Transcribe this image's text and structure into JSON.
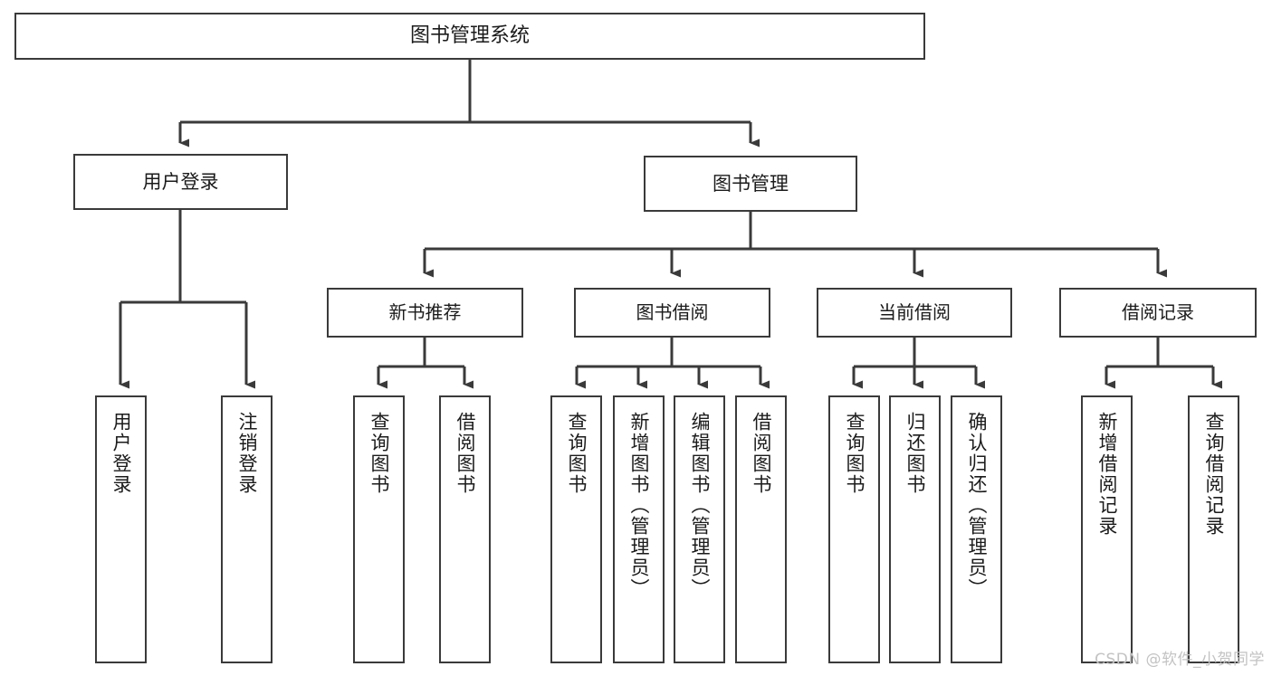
{
  "diagram": {
    "title": "图书管理系统",
    "watermark": "CSDN @软件_小贺同学",
    "colors": {
      "box_border": "#3a3a3a",
      "box_fill": "#ffffff",
      "connector": "#3a3a3a",
      "text": "#1b1b1b",
      "watermark": "#c3c3c3",
      "background": "#ffffff"
    },
    "nodes": {
      "root": {
        "label": "图书管理系统"
      },
      "user_login": {
        "label": "用户登录"
      },
      "book_manage": {
        "label": "图书管理"
      },
      "new_book_recommend": {
        "label": "新书推荐"
      },
      "book_borrow": {
        "label": "图书借阅"
      },
      "current_borrow": {
        "label": "当前借阅"
      },
      "borrow_record": {
        "label": "借阅记录"
      },
      "leaf_user_login": {
        "label": "用户登录"
      },
      "leaf_logout_login": {
        "label": "注销登录"
      },
      "leaf_query_book_rec": {
        "label": "查询图书"
      },
      "leaf_borrow_book_rec": {
        "label": "借阅图书"
      },
      "leaf_query_book_borrow": {
        "label": "查询图书"
      },
      "leaf_add_book_admin": {
        "label": "新增图书（管理员）"
      },
      "leaf_edit_book_admin": {
        "label": "编辑图书（管理员）"
      },
      "leaf_borrow_book": {
        "label": "借阅图书"
      },
      "leaf_query_book_cur": {
        "label": "查询图书"
      },
      "leaf_return_book": {
        "label": "归还图书"
      },
      "leaf_confirm_return_admin": {
        "label": "确认归还（管理员）"
      },
      "leaf_add_borrow_record": {
        "label": "新增借阅记录"
      },
      "leaf_query_borrow_record": {
        "label": "查询借阅记录"
      }
    }
  }
}
